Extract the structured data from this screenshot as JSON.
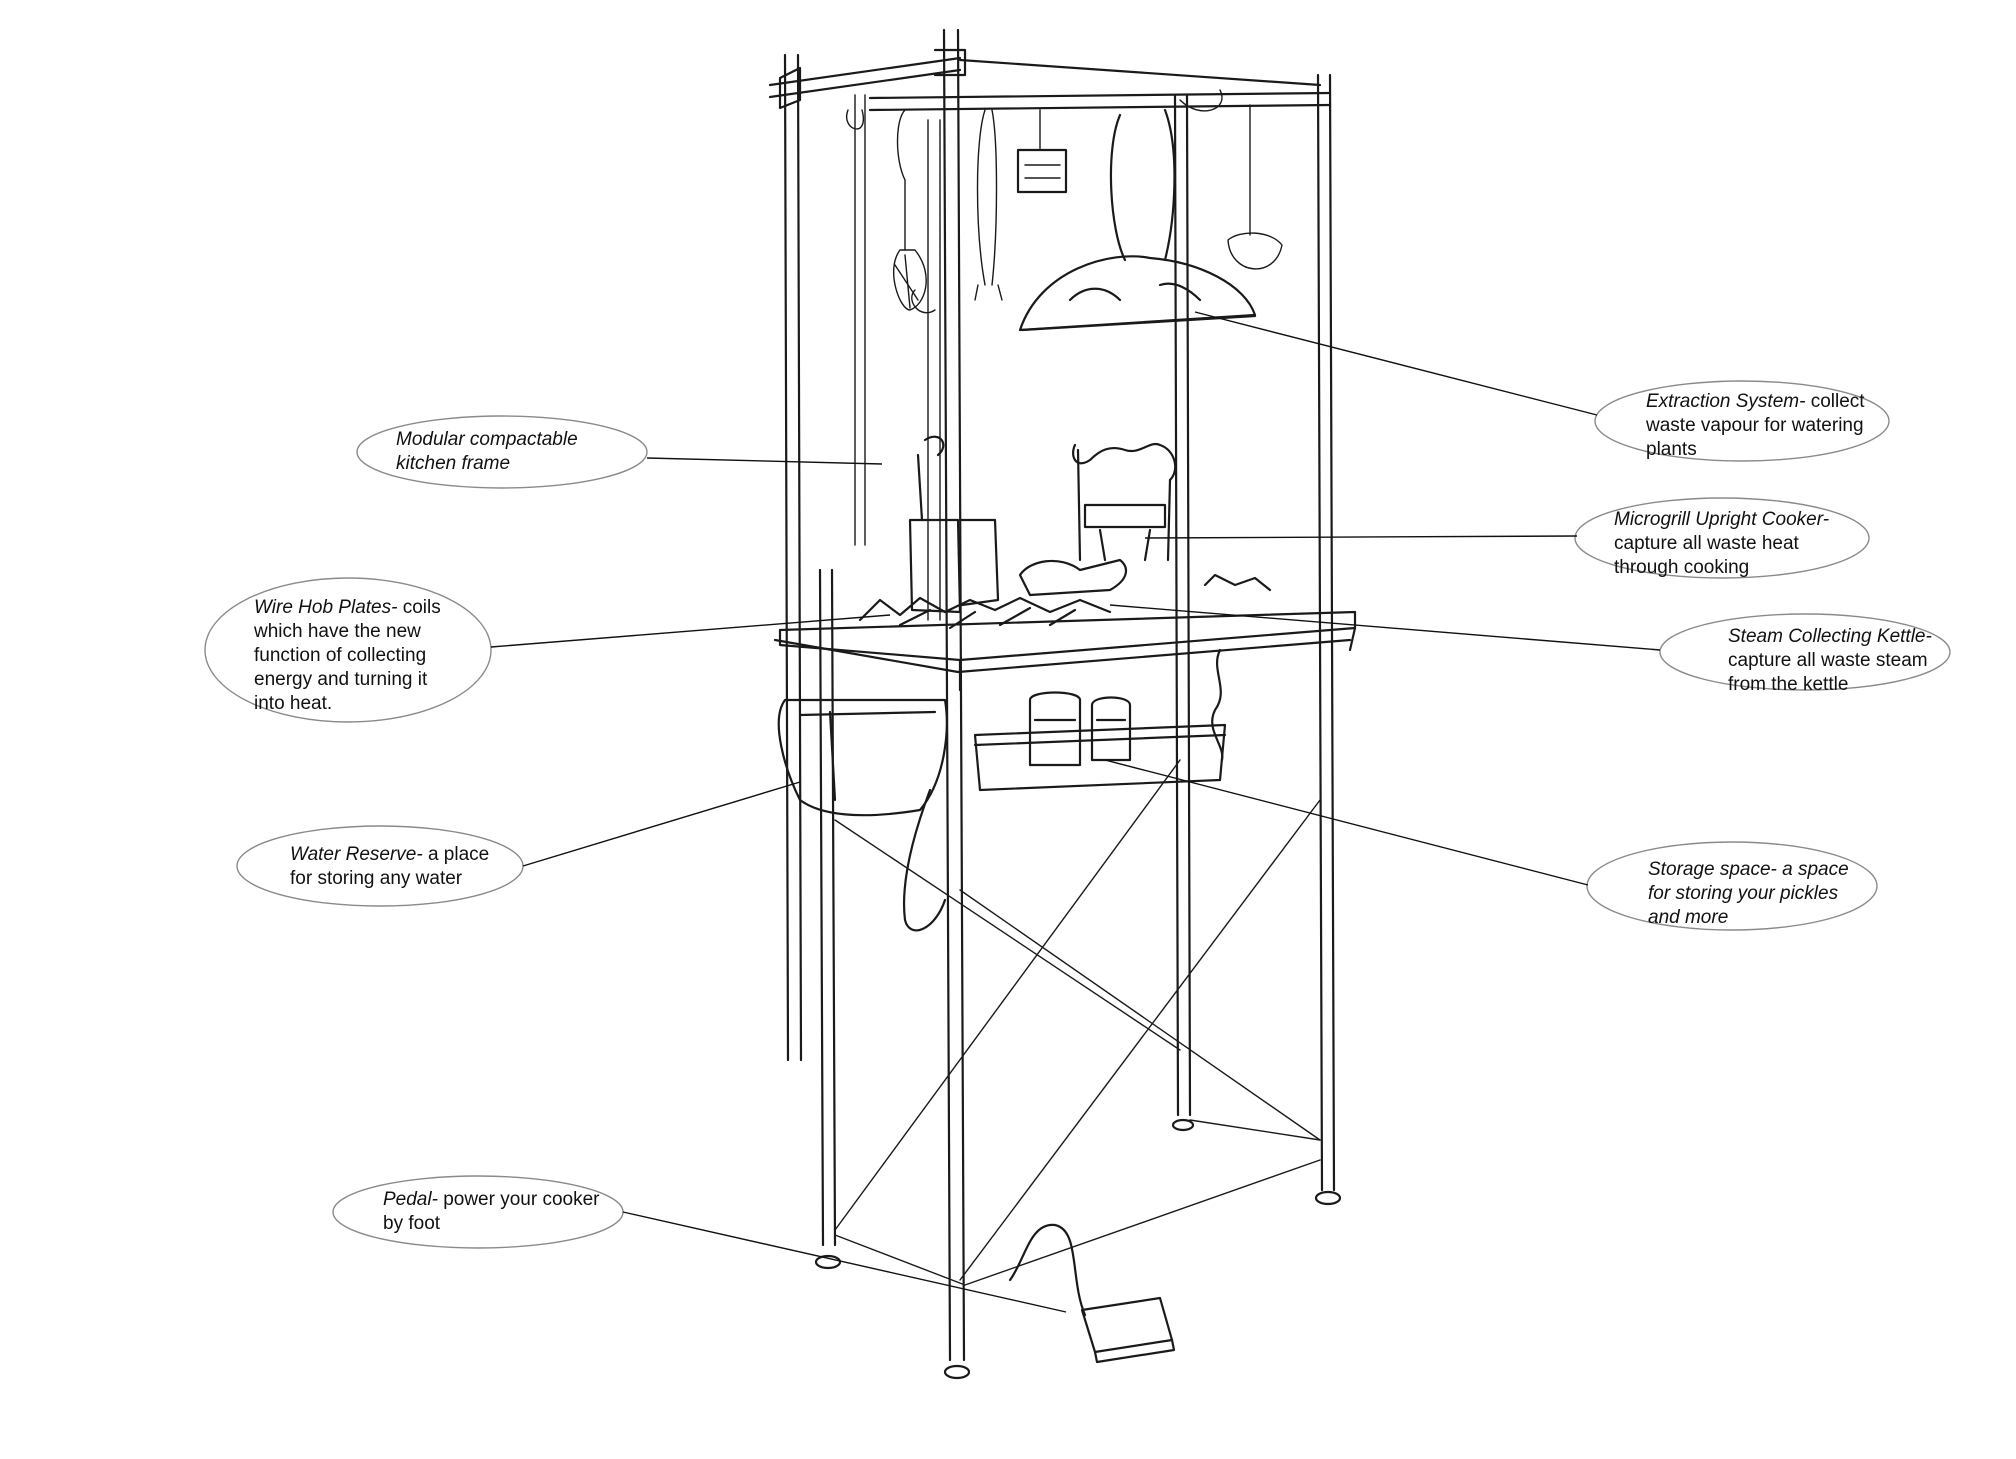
{
  "diagram": {
    "labels": [
      {
        "id": "frame",
        "title": "Modular compactable kitchen frame",
        "lines": [
          "Modular compactable",
          "kitchen frame"
        ],
        "title_lines": 2
      },
      {
        "id": "hob",
        "title": "Wire Hob Plates-",
        "lines": [
          "Wire Hob Plates-  coils",
          "which have the new",
          "function of collecting",
          "energy and turning it",
          "into heat."
        ]
      },
      {
        "id": "water",
        "title": "Water Reserve-",
        "lines": [
          "Water Reserve- a place",
          "for storing any water"
        ]
      },
      {
        "id": "pedal",
        "title": "Pedal-",
        "lines": [
          "Pedal- power your cooker",
          "by foot"
        ]
      },
      {
        "id": "extraction",
        "title": "Extraction System-",
        "lines": [
          "Extraction System- collect",
          "waste vapour for watering",
          "plants"
        ]
      },
      {
        "id": "microgrill",
        "title": "Microgrill Upright Cooker-",
        "lines": [
          "Microgrill Upright Cooker-",
          "capture all waste heat",
          "through cooking"
        ]
      },
      {
        "id": "kettle",
        "title": "Steam Collecting Kettle-",
        "lines": [
          "Steam Collecting Kettle-",
          "capture all waste steam",
          "from the kettle"
        ]
      },
      {
        "id": "storage",
        "title": "Storage space- a space for storing your pickles and more",
        "lines": [
          "Storage space- a space",
          "for storing your pickles",
          "and more"
        ],
        "title_lines": 3
      }
    ]
  }
}
